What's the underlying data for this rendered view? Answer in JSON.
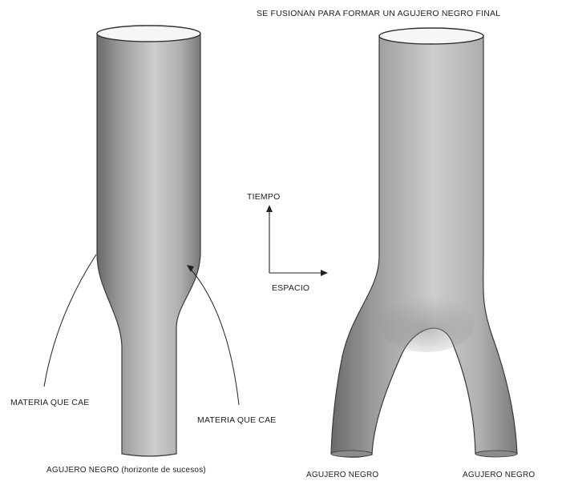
{
  "labels": {
    "top_caption": "SE FUSIONAN PARA FORMAR UN AGUJERO NEGRO FINAL",
    "time_axis": "TIEMPO",
    "space_axis": "ESPACIO",
    "falling_matter_left": "MATERIA QUE CAE",
    "falling_matter_right": "MATERIA QUE CAE",
    "black_hole_horizon": "AGUJERO NEGRO (horizonte de sucesos)",
    "black_hole_left": "AGUJERO NEGRO",
    "black_hole_right": "AGUJERO NEGRO"
  },
  "colors": {
    "tube_dark": "#6e6e6e",
    "tube_mid": "#b8b8b8",
    "tube_light": "#cfcfcf",
    "outline": "#333333",
    "text": "#222222"
  }
}
